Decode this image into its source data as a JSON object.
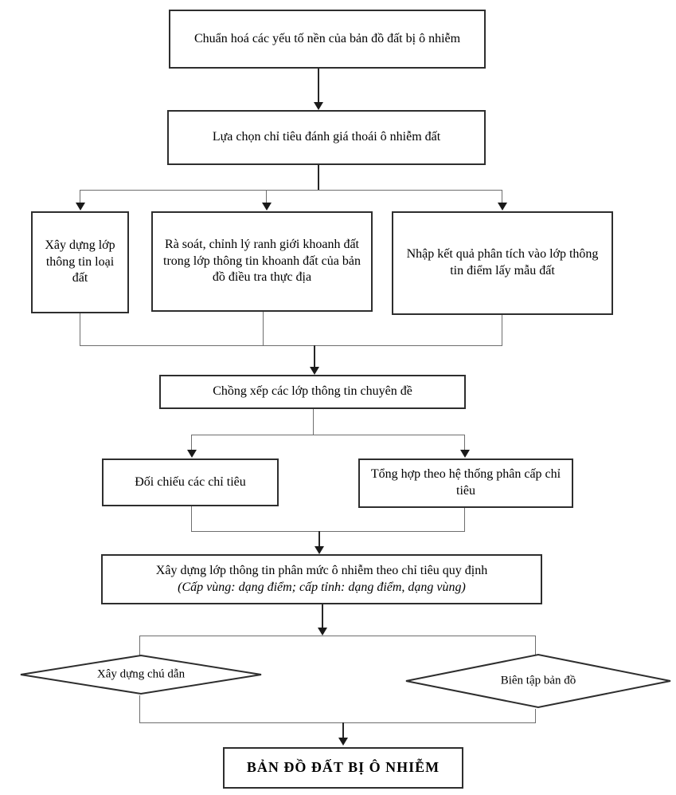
{
  "diagram": {
    "type": "flowchart",
    "nodes": {
      "step1": "Chuẩn hoá các yếu tố nền của bản đồ đất bị ô nhiễm",
      "step2": "Lựa chọn chỉ tiêu đánh giá thoái ô nhiễm đất",
      "branch_left": "Xây dựng lớp thông tin loại đất",
      "branch_middle": "Rà soát, chỉnh lý ranh giới khoanh đất trong lớp thông tin khoanh đất của bản đồ điều tra thực địa",
      "branch_right": "Nhập kết quả phân tích vào lớp thông tin điểm lấy mẫu đất",
      "overlay": "Chồng xếp các lớp thông tin chuyên đề",
      "compare": "Đối chiếu các chỉ tiêu",
      "aggregate": "Tổng hợp theo hệ thống phân cấp chỉ tiêu",
      "classify_main": "Xây dựng lớp thông tin phân mức ô nhiễm theo chỉ tiêu quy định",
      "classify_note": "(Cấp vùng: dạng điểm; cấp tỉnh: dạng điểm, dạng vùng)",
      "legend_diamond": "Xây dựng chú dẫn",
      "edit_diamond": "Biên tập bản đồ",
      "final": "BẢN ĐỒ ĐẤT BỊ Ô NHIỄM"
    },
    "colors": {
      "background": "#ffffff",
      "box_border": "#2e2e2e",
      "line": "#6e6e6e",
      "arrow": "#1a1a1a",
      "text": "#000000"
    }
  }
}
